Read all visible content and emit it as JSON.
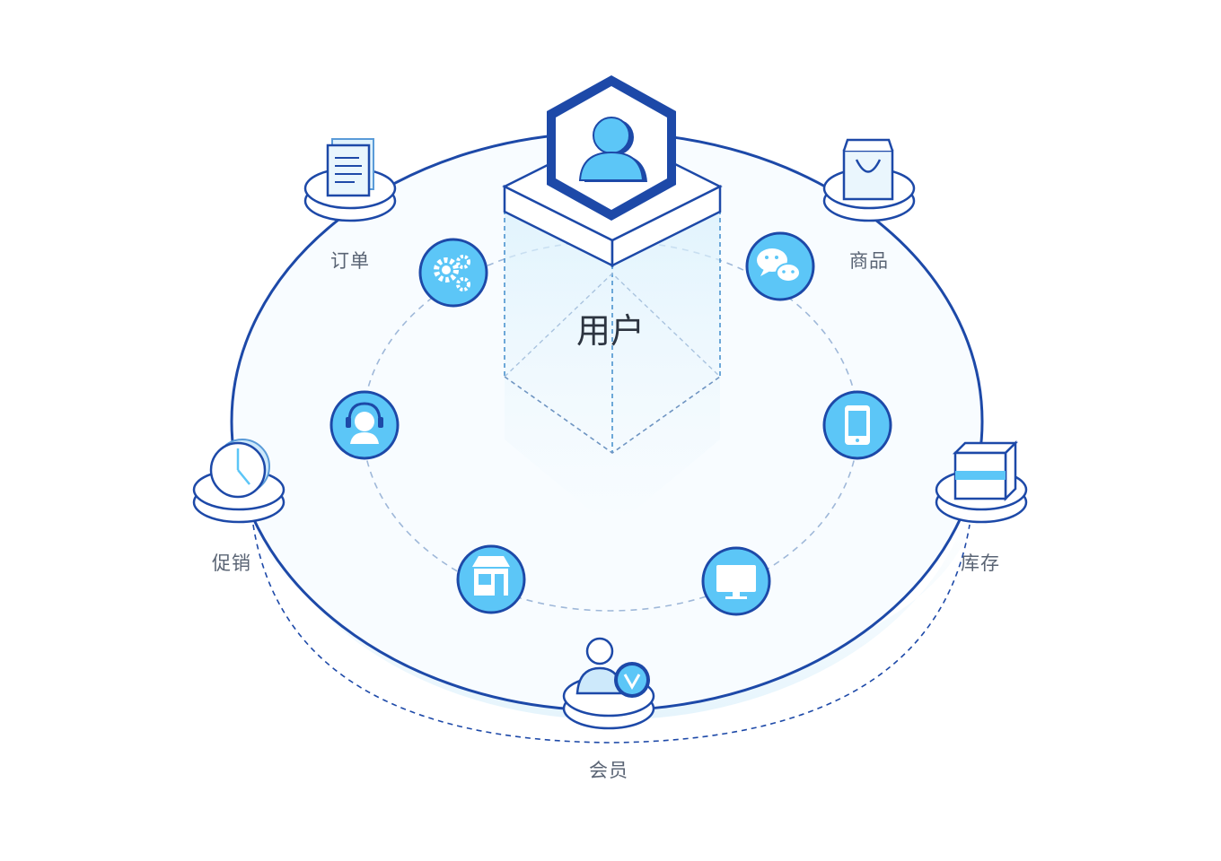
{
  "center": {
    "label": "用户",
    "icon": "user-icon"
  },
  "outer_nodes": [
    {
      "id": "order",
      "label": "订单",
      "icon": "document-icon"
    },
    {
      "id": "goods",
      "label": "商品",
      "icon": "shopping-bag-icon"
    },
    {
      "id": "promo",
      "label": "促销",
      "icon": "clock-icon"
    },
    {
      "id": "stock",
      "label": "库存",
      "icon": "box-icon"
    },
    {
      "id": "member",
      "label": "会员",
      "icon": "vip-member-icon"
    }
  ],
  "inner_nodes": [
    {
      "id": "settings",
      "icon": "gears-icon"
    },
    {
      "id": "wechat",
      "icon": "wechat-icon"
    },
    {
      "id": "service",
      "icon": "headset-icon"
    },
    {
      "id": "mobile",
      "icon": "mobile-icon"
    },
    {
      "id": "store",
      "icon": "store-icon"
    },
    {
      "id": "desktop",
      "icon": "monitor-icon"
    }
  ],
  "colors": {
    "primary": "#1d49a8",
    "accent": "#5cc6f7",
    "fill_light": "#eaf6fd"
  }
}
